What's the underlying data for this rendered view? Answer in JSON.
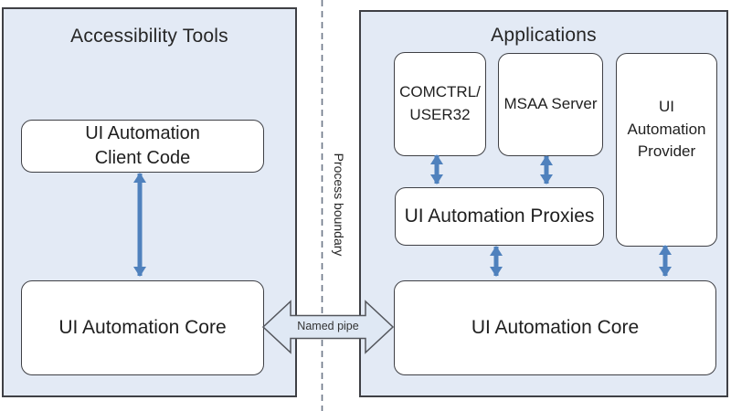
{
  "diagram": {
    "left_panel": {
      "title": "Accessibility Tools",
      "boxes": {
        "client_code": "UI Automation\nClient Code",
        "core": "UI Automation Core"
      }
    },
    "right_panel": {
      "title": "Applications",
      "boxes": {
        "comctrl": "COMCTRL/\nUSER32",
        "msaa": "MSAA Server",
        "provider": "UI\nAutomation\nProvider",
        "proxies": "UI Automation Proxies",
        "core": "UI Automation Core"
      }
    },
    "process_boundary_label": "Process boundary",
    "named_pipe_label": "Named pipe",
    "colors": {
      "panel_fill": "#e3eaf5",
      "panel_border": "#3f4045",
      "box_fill": "#ffffff",
      "box_border": "#3f4045",
      "arrow_blue": "#4f81bd",
      "pipe_fill": "#dfe8f4",
      "pipe_border": "#54565c",
      "dashed_line": "#6b7586"
    }
  }
}
